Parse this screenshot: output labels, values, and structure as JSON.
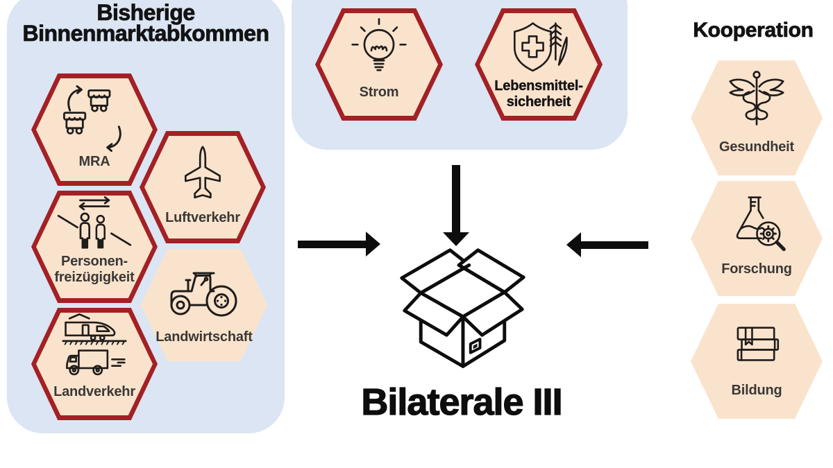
{
  "colors": {
    "panel_blue": "#dbe5f4",
    "hexagon_fill": "#fae3cd",
    "hexagon_border_red": "#a32024",
    "icon_ink": "#1f1d1b",
    "label_gray": "#3a3836",
    "title_black": "#131313",
    "background": "#ffffff"
  },
  "left_panel": {
    "title_lines": [
      "Bisherige",
      "Binnenmarktabkommen"
    ],
    "items": [
      {
        "lines": [
          "MRA"
        ],
        "icon": "market-carts-exchange",
        "red_border": true
      },
      {
        "lines": [
          "Luftverkehr"
        ],
        "icon": "airplane",
        "red_border": true
      },
      {
        "lines": [
          "Personen-",
          "freizügigkeit"
        ],
        "icon": "people-border-crossing",
        "red_border": true
      },
      {
        "lines": [
          "Landwirtschaft"
        ],
        "icon": "tractor",
        "red_border": false
      },
      {
        "lines": [
          "Landverkehr"
        ],
        "icon": "train-and-truck",
        "red_border": true
      }
    ]
  },
  "top_panel": {
    "items": [
      {
        "lines": [
          "Strom"
        ],
        "icon": "lightbulb",
        "red_border": true
      },
      {
        "lines": [
          "Lebensmittel-",
          "sicherheit"
        ],
        "icon": "shield-cross-wheat",
        "red_border": true
      }
    ]
  },
  "right_section": {
    "title": "Kooperation",
    "items": [
      {
        "lines": [
          "Gesundheit"
        ],
        "icon": "caduceus",
        "red_border": false
      },
      {
        "lines": [
          "Forschung"
        ],
        "icon": "flask-magnifier-gear",
        "red_border": false
      },
      {
        "lines": [
          "Bildung"
        ],
        "icon": "books",
        "red_border": false
      }
    ]
  },
  "center": {
    "title": "Bilaterale III",
    "icon": "open-box",
    "arrows": [
      "from-left",
      "from-top",
      "from-right"
    ]
  }
}
